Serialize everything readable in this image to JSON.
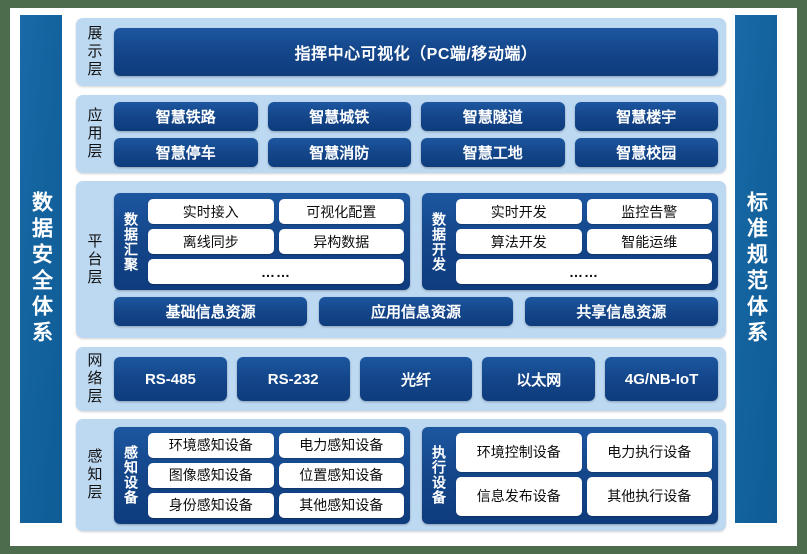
{
  "colors": {
    "page_background": "#4d6b4d",
    "frame": "#ffffff",
    "pillar": "#1464a0",
    "layer_band": "#bdd9f2",
    "dark_pill": "#14468a",
    "white_pill": "#ffffff"
  },
  "pillars": {
    "left": {
      "label": "数据安全体系"
    },
    "right": {
      "label": "标准规范体系"
    }
  },
  "layers": {
    "display": {
      "label": "展示层",
      "hero": "指挥中心可视化（PC端/移动端）"
    },
    "application": {
      "label": "应用层",
      "items": [
        "智慧铁路",
        "智慧城铁",
        "智慧隧道",
        "智慧楼宇",
        "智慧停车",
        "智慧消防",
        "智慧工地",
        "智慧校园"
      ]
    },
    "platform": {
      "label": "平台层",
      "groups": [
        {
          "label": "数据汇聚",
          "items": [
            "实时接入",
            "可视化配置",
            "离线同步",
            "异构数据"
          ],
          "more": "……"
        },
        {
          "label": "数据开发",
          "items": [
            "实时开发",
            "监控告警",
            "算法开发",
            "智能运维"
          ],
          "more": "……"
        }
      ],
      "resources": [
        "基础信息资源",
        "应用信息资源",
        "共享信息资源"
      ]
    },
    "network": {
      "label": "网络层",
      "items": [
        "RS-485",
        "RS-232",
        "光纤",
        "以太网",
        "4G/NB-IoT"
      ]
    },
    "sensing": {
      "label": "感知层",
      "groups": [
        {
          "label": "感知设备",
          "items": [
            "环境感知设备",
            "电力感知设备",
            "图像感知设备",
            "位置感知设备",
            "身份感知设备",
            "其他感知设备"
          ]
        },
        {
          "label": "执行设备",
          "items": [
            "环境控制设备",
            "电力执行设备",
            "信息发布设备",
            "其他执行设备"
          ]
        }
      ]
    }
  }
}
